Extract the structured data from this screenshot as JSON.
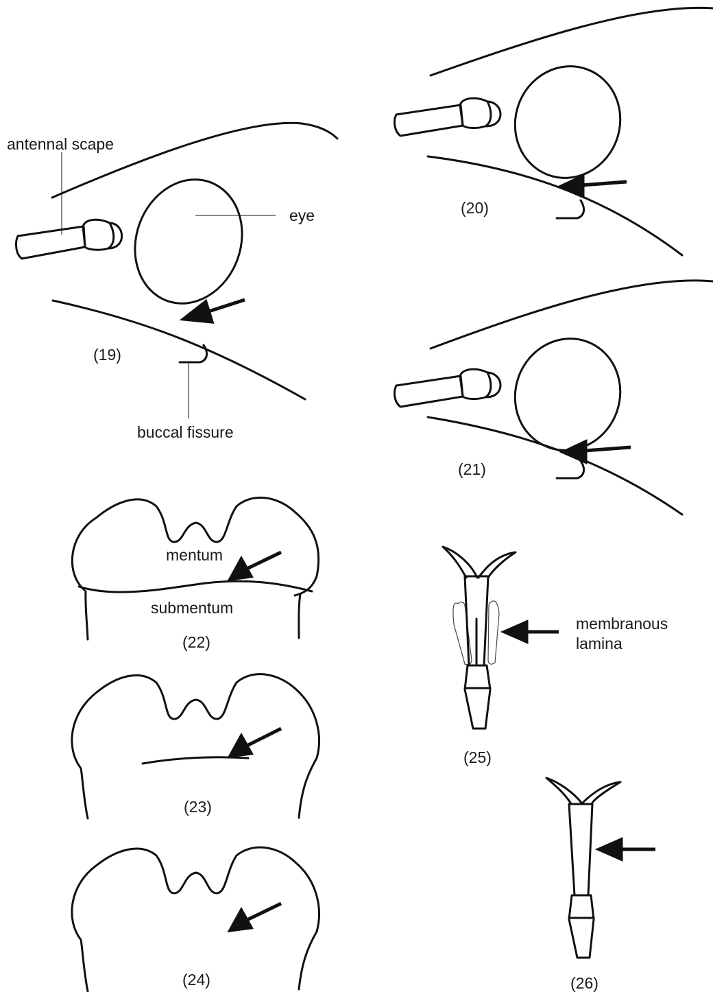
{
  "figures": {
    "f19": {
      "number": "(19)",
      "labels": {
        "antennal_scape": "antennal scape",
        "eye": "eye",
        "buccal_fissure": "buccal fissure"
      }
    },
    "f20": {
      "number": "(20)"
    },
    "f21": {
      "number": "(21)"
    },
    "f22": {
      "number": "(22)",
      "labels": {
        "mentum": "mentum",
        "submentum": "submentum"
      }
    },
    "f23": {
      "number": "(23)"
    },
    "f24": {
      "number": "(24)"
    },
    "f25": {
      "number": "(25)",
      "labels": {
        "membranous_line1": "membranous",
        "membranous_line2": "lamina"
      }
    },
    "f26": {
      "number": "(26)"
    }
  }
}
